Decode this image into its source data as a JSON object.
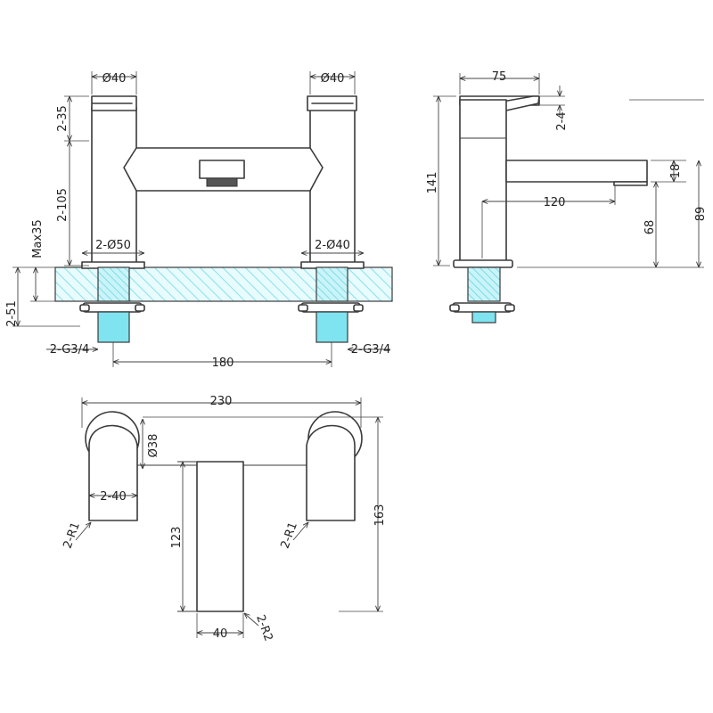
{
  "front_view": {
    "dia_left_top": "Ø40",
    "dia_right_top": "Ø40",
    "handle_height": "2-35",
    "body_height": "2-105",
    "max_deck": "Max35",
    "below_deck": "2-51",
    "flange_left": "2-Ø50",
    "flange_right": "2-Ø40",
    "thread_left": "2-G3/4",
    "thread_right": "2-G3/4",
    "centers": "180"
  },
  "side_view": {
    "handle_width": "75",
    "handle_thickness": "2-4",
    "overall_height": "141",
    "spout_thickness": "18",
    "spout_reach": "120",
    "spout_height": "68",
    "top_height": "89"
  },
  "top_view": {
    "overall_width": "230",
    "base_dia": "Ø38",
    "handle_width": "2-40",
    "handle_radius_left": "2-R1",
    "handle_radius_right": "2-R1",
    "spout_length": "123",
    "overall_depth": "163",
    "spout_width": "40",
    "spout_radius": "2-R2"
  },
  "colors": {
    "outline": "#3a3a3a",
    "hatch": "#7fe3f0",
    "background": "#ffffff"
  }
}
